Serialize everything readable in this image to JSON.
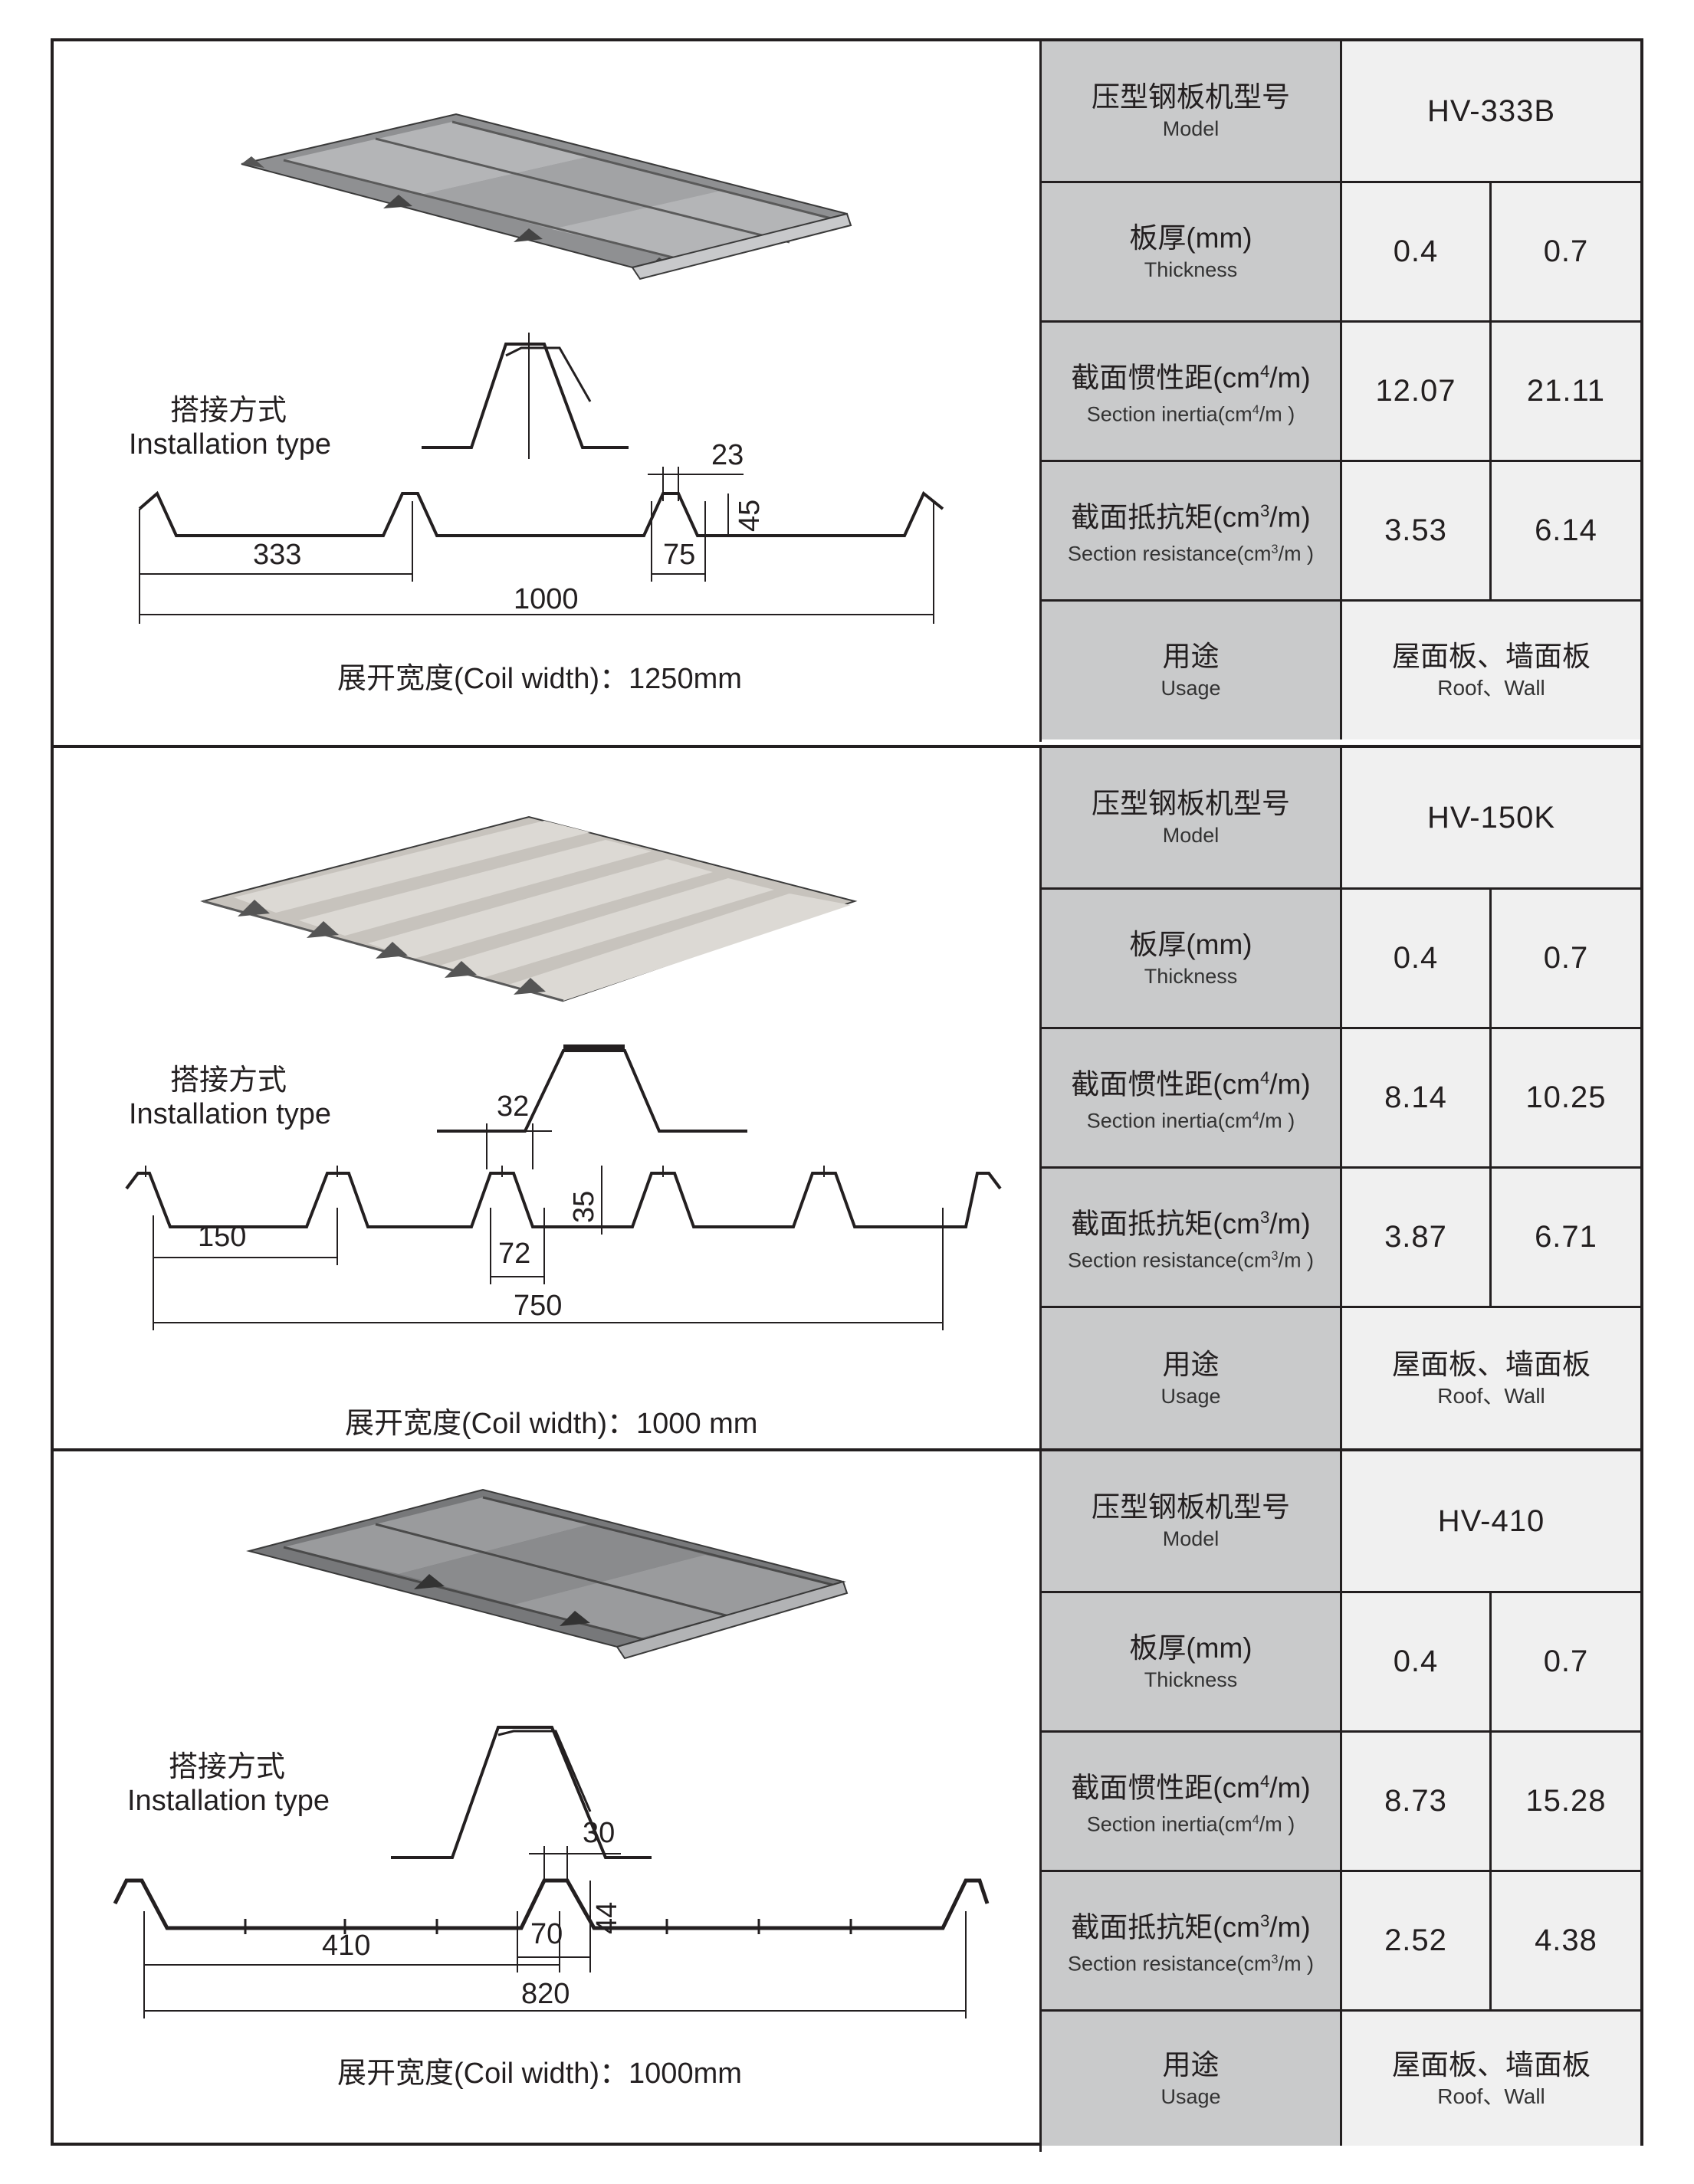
{
  "common": {
    "model_zh": "压型钢板机型号",
    "model_en": "Model",
    "thickness_zh": "板厚(mm)",
    "thickness_en": "Thickness",
    "inertia_zh": "截面惯性距(cm4/m)",
    "inertia_en": "Section inertia(cm4/m )",
    "resistance_zh": "截面抵抗矩(cm3/m)",
    "resistance_en": "Section resistance(cm3/m )",
    "usage_zh": "用途",
    "usage_en": "Usage",
    "install_zh": "搭接方式",
    "install_en": "Installation type"
  },
  "products": [
    {
      "model": "HV-333B",
      "thickness": [
        "0.4",
        "0.7"
      ],
      "inertia": [
        "12.07",
        "21.11"
      ],
      "resistance": [
        "3.53",
        "6.14"
      ],
      "usage_zh": "屋面板、墙面板",
      "usage_en": "Roof、Wall",
      "coil": "展开宽度(Coil width)：1250mm",
      "dims": {
        "pitch": "333",
        "total": "1000",
        "top": "23",
        "height": "45",
        "base": "75"
      }
    },
    {
      "model": "HV-150K",
      "thickness": [
        "0.4",
        "0.7"
      ],
      "inertia": [
        "8.14",
        "10.25"
      ],
      "resistance": [
        "3.87",
        "6.71"
      ],
      "usage_zh": "屋面板、墙面板",
      "usage_en": "Roof、Wall",
      "coil": "展开宽度(Coil width)：1000 mm",
      "dims": {
        "pitch": "150",
        "total": "750",
        "top": "32",
        "height": "35",
        "base": "72"
      }
    },
    {
      "model": "HV-410",
      "thickness": [
        "0.4",
        "0.7"
      ],
      "inertia": [
        "8.73",
        "15.28"
      ],
      "resistance": [
        "2.52",
        "4.38"
      ],
      "usage_zh": "屋面板、墙面板",
      "usage_en": "Roof、Wall",
      "coil": "展开宽度(Coil width)：1000mm",
      "dims": {
        "pitch": "410",
        "total": "820",
        "top": "30",
        "height": "44",
        "base": "70"
      }
    }
  ]
}
